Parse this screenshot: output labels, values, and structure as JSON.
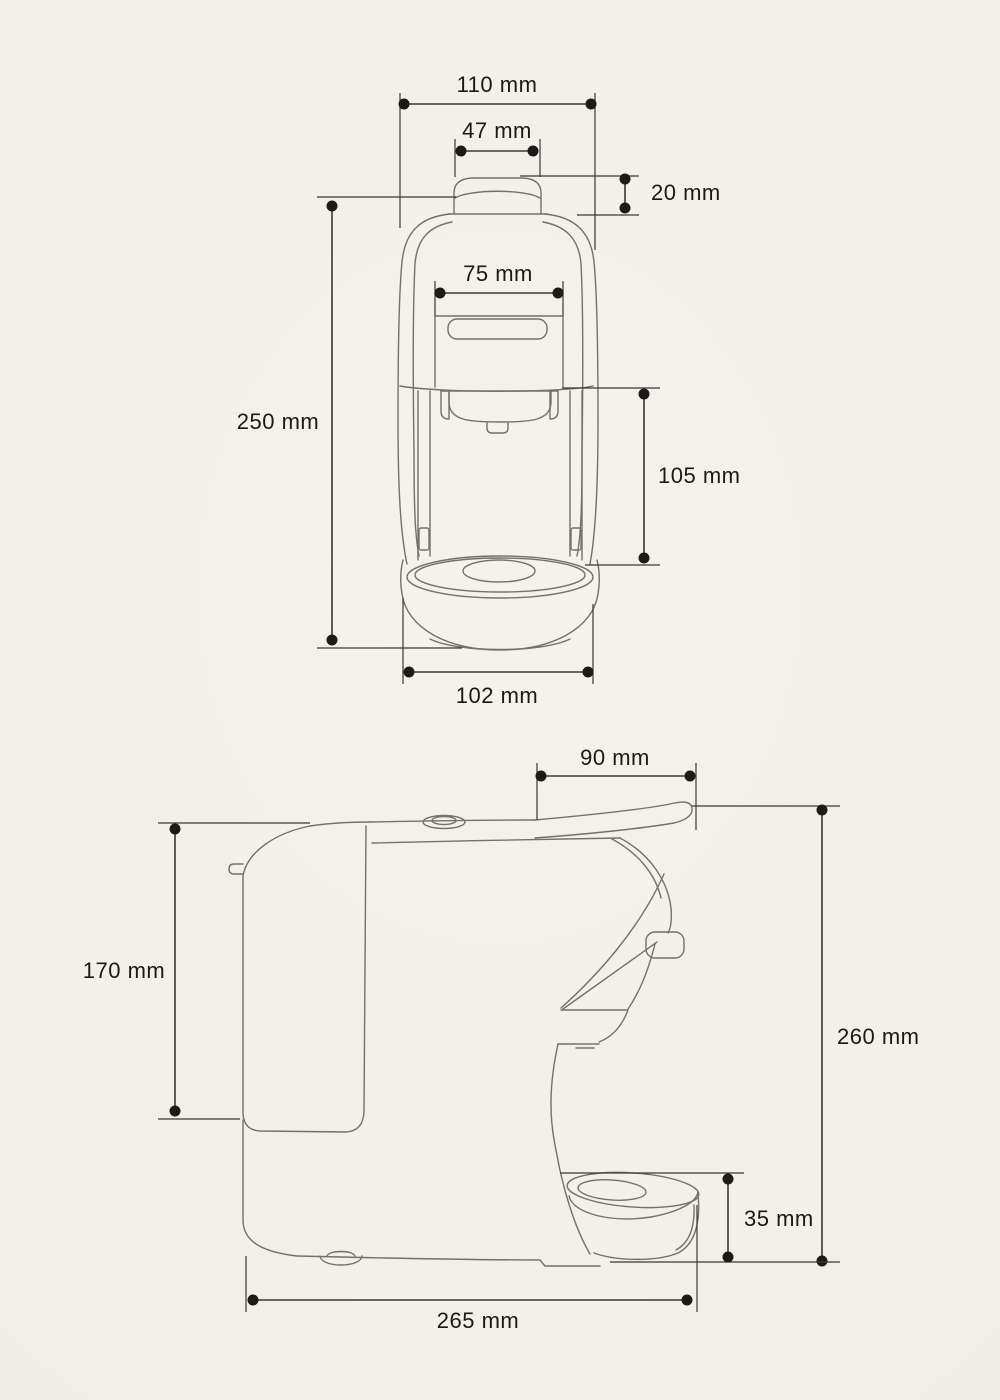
{
  "palette": {
    "background": "#f1efe9",
    "machine_line": "#74716a",
    "dimension_line": "#3a3833",
    "text_color": "#1a1915"
  },
  "front_view": {
    "dimensions": {
      "overall_width": "110 mm",
      "top_knob_width": "47 mm",
      "top_knob_height": "20 mm",
      "brew_head_width": "75 mm",
      "body_height": "250 mm",
      "cup_clearance_height": "105 mm",
      "drip_tray_width": "102 mm"
    }
  },
  "side_view": {
    "dimensions": {
      "lever_overhang_depth": "90 mm",
      "water_tank_height": "170 mm",
      "overall_height": "260 mm",
      "drip_tray_height": "35 mm",
      "overall_depth": "265 mm"
    }
  }
}
